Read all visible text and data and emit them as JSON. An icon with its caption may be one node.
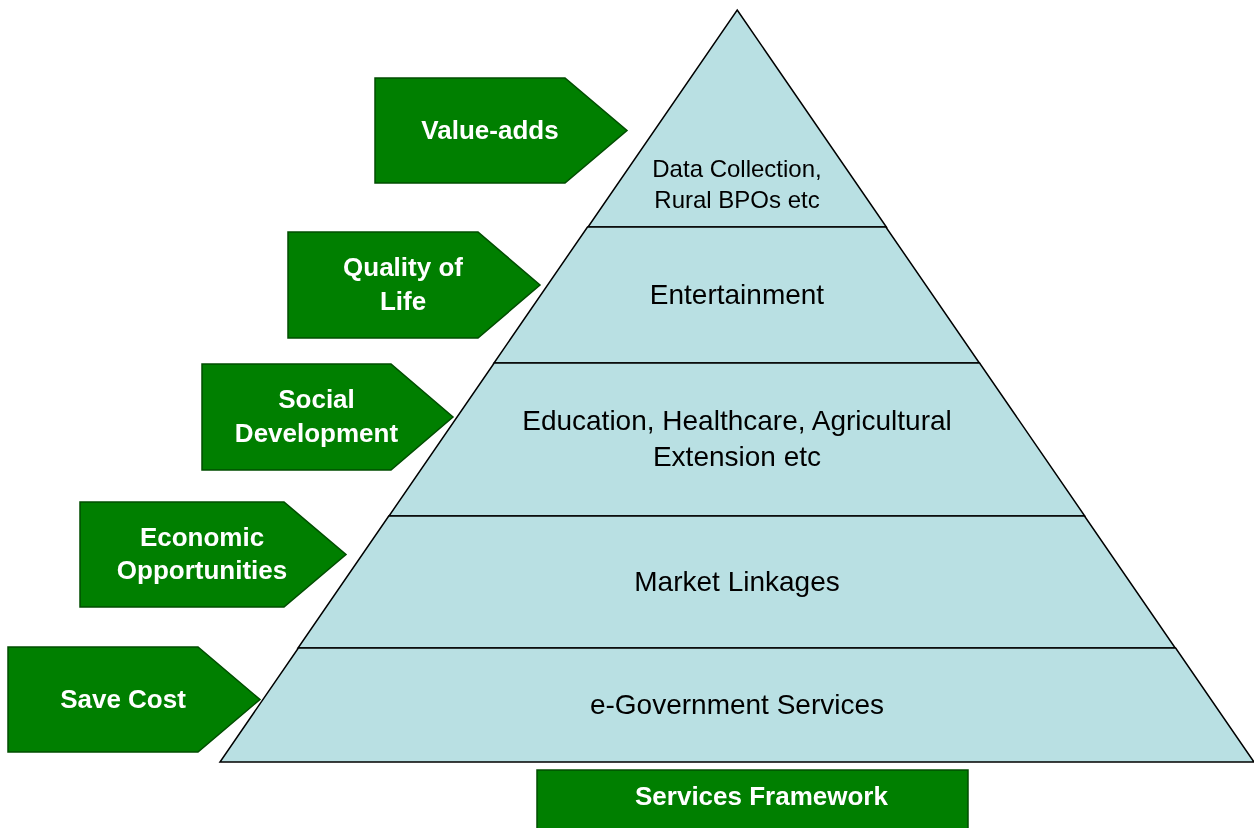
{
  "diagram": {
    "nodes": [
      {
        "text": [
          "Value-adds"
        ]
      },
      {
        "text": [
          "Data Collection, Rural BPOs etc"
        ]
      },
      {
        "text": [
          "Quality of Life"
        ]
      },
      {
        "text": [
          "Entertainment"
        ]
      },
      {
        "text": [
          "Social Development"
        ]
      },
      {
        "text": [
          "Education, Healthcare, Agricultural Extension etc"
        ]
      },
      {
        "text": [
          "Economic Opportunities"
        ]
      },
      {
        "text": [
          "Market Linkages"
        ]
      },
      {
        "text": [
          "Save Cost"
        ]
      },
      {
        "text": [
          "e-Government Services"
        ]
      },
      {
        "text": [
          "Services Framework"
        ]
      }
    ],
    "edges": []
  }
}
